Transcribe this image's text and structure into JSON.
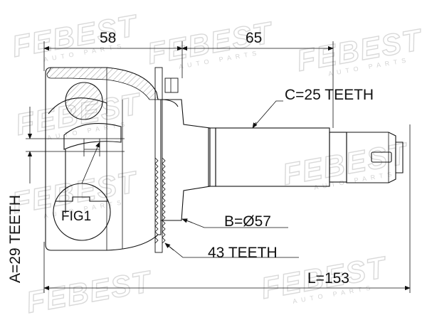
{
  "brand": {
    "watermark": "FEBEST",
    "watermark_sub": "AUTO PARTS"
  },
  "dimensions": {
    "left_width": "58",
    "right_width": "65",
    "outer_spline": "C=25 TEETH",
    "inner_spline": "A=29 TEETH",
    "abs_ring_teeth": "43 TEETH",
    "seal_diameter": "B=Ø57",
    "total_length": "L=153",
    "figure_label": "FIG1"
  },
  "colors": {
    "line": "#111111",
    "watermark": "#d9d9d9",
    "background": "#ffffff"
  }
}
